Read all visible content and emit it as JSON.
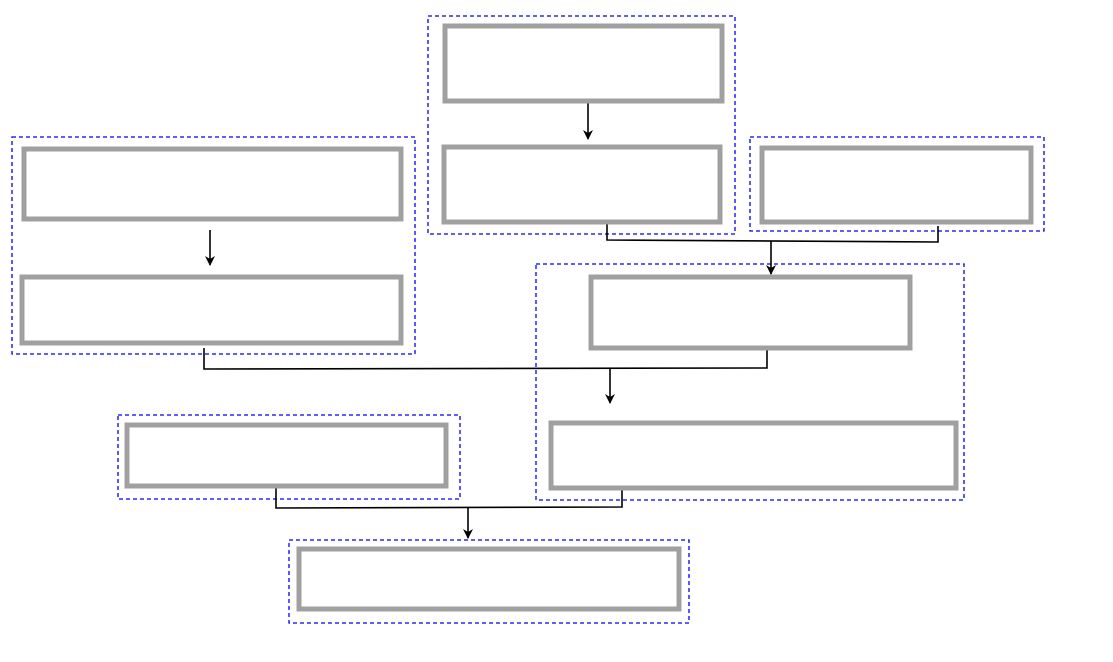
{
  "colors": {
    "group_border": "#0000ee",
    "node_border": "#a0a0a0",
    "connector": "#000000",
    "background": "#ffffff"
  },
  "groups": [
    {
      "id": "group-top-center",
      "nodes": [
        "node-1",
        "node-2"
      ]
    },
    {
      "id": "group-left",
      "nodes": [
        "node-3",
        "node-4"
      ]
    },
    {
      "id": "group-top-right",
      "nodes": [
        "node-5"
      ]
    },
    {
      "id": "group-middle-right",
      "nodes": [
        "node-6",
        "node-7"
      ]
    },
    {
      "id": "group-bottom-left",
      "nodes": [
        "node-8"
      ]
    },
    {
      "id": "group-bottom-center",
      "nodes": [
        "node-9"
      ]
    }
  ],
  "nodes": [
    {
      "id": "node-1",
      "label": ""
    },
    {
      "id": "node-2",
      "label": ""
    },
    {
      "id": "node-3",
      "label": ""
    },
    {
      "id": "node-4",
      "label": ""
    },
    {
      "id": "node-5",
      "label": ""
    },
    {
      "id": "node-6",
      "label": ""
    },
    {
      "id": "node-7",
      "label": ""
    },
    {
      "id": "node-8",
      "label": ""
    },
    {
      "id": "node-9",
      "label": ""
    }
  ],
  "edges": [
    {
      "from": [
        "node-1"
      ],
      "to": "node-2"
    },
    {
      "from": [
        "node-3"
      ],
      "to": "node-4"
    },
    {
      "from": [
        "node-2",
        "node-5"
      ],
      "to": "node-6"
    },
    {
      "from": [
        "node-4",
        "node-6"
      ],
      "to": "node-7"
    },
    {
      "from": [
        "node-8",
        "node-7"
      ],
      "to": "node-9"
    }
  ]
}
